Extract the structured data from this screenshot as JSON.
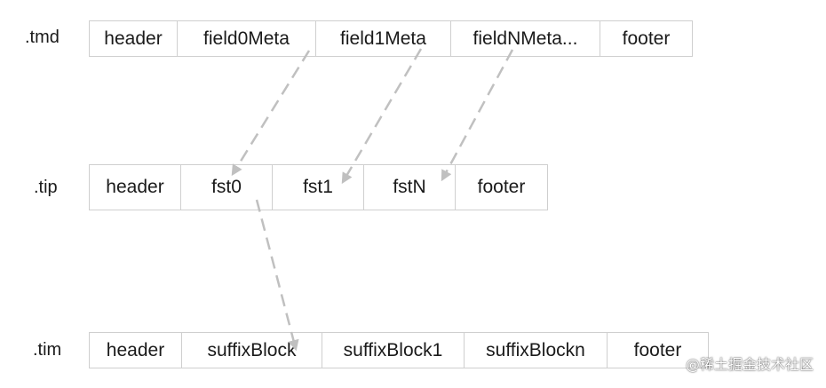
{
  "rows": {
    "tmd": {
      "label": ".tmd",
      "cells": [
        "header",
        "field0Meta",
        "field1Meta",
        "fieldNMeta...",
        "footer"
      ]
    },
    "tip": {
      "label": ".tip",
      "cells": [
        "header",
        "fst0",
        "fst1",
        "fstN",
        "footer"
      ]
    },
    "tim": {
      "label": ".tim",
      "cells": [
        "header",
        "suffixBlock",
        "suffixBlock1",
        "suffixBlockn",
        "footer"
      ]
    }
  },
  "colors": {
    "border": "#cfcfcf",
    "arrow": "#c0c0c0",
    "text": "#1a1a1a"
  },
  "watermark": "@稀土掘金技术社区"
}
